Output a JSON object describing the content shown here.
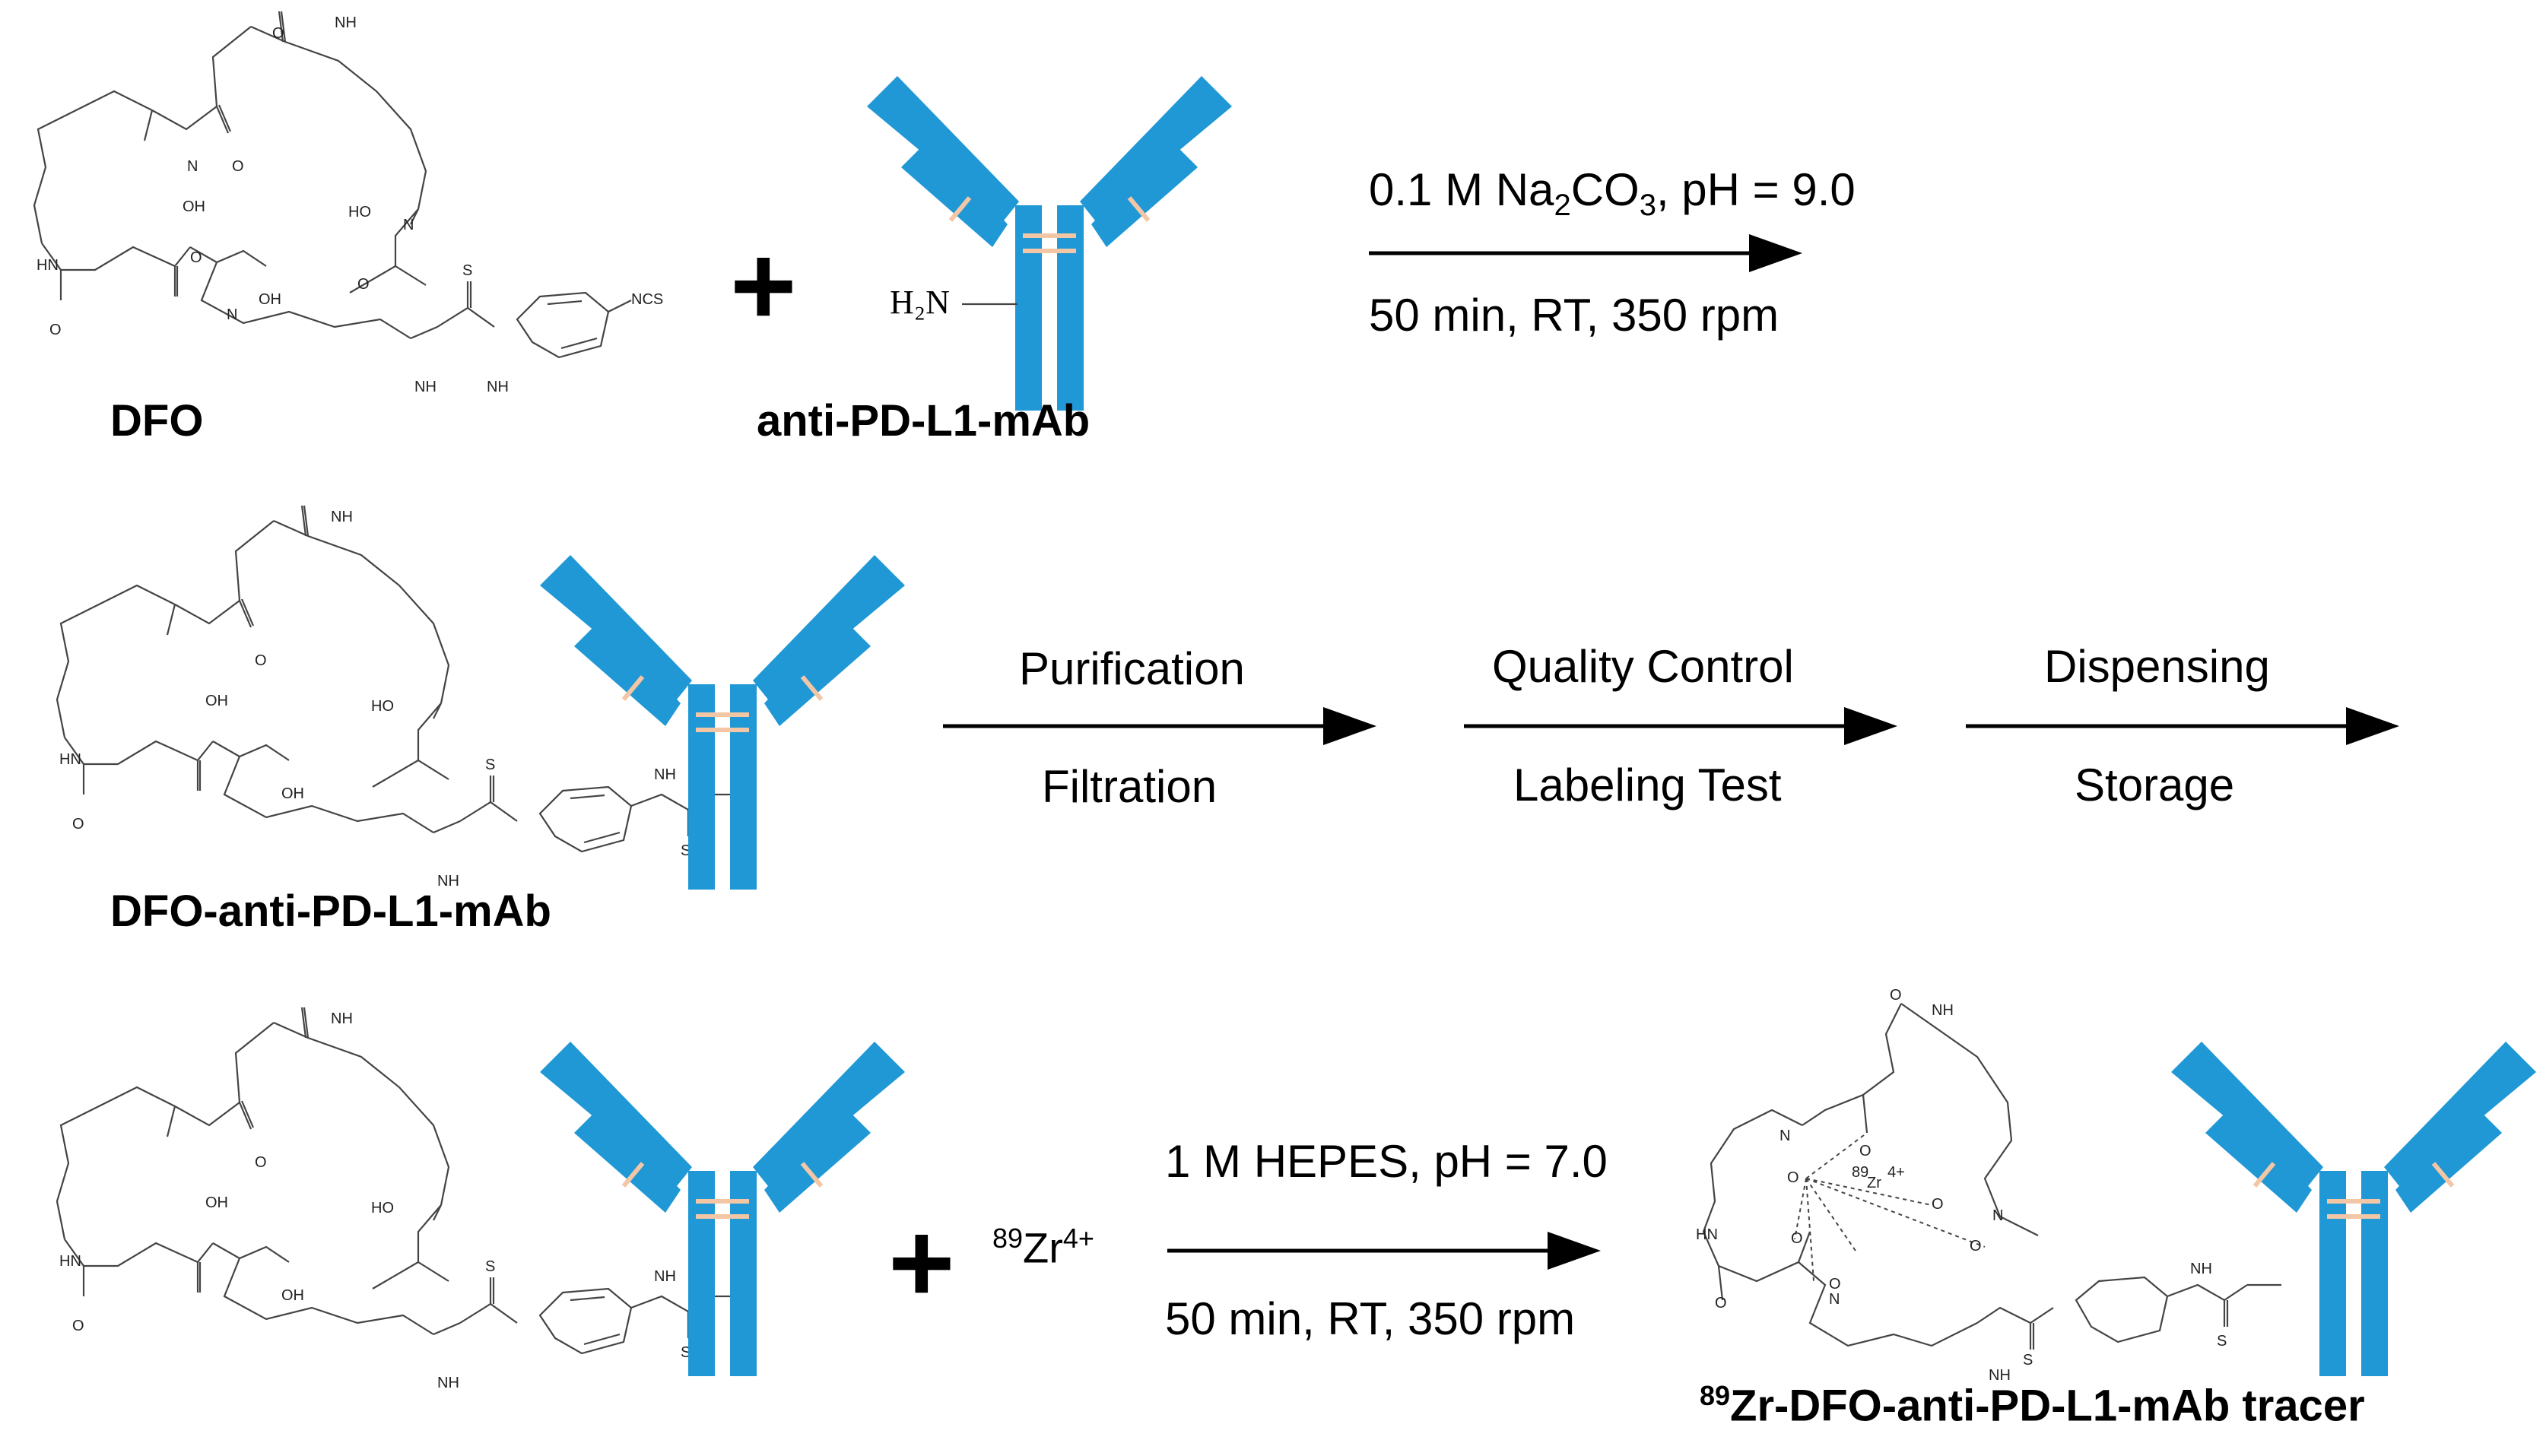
{
  "row1": {
    "dfo_label": "DFO",
    "mab_label": "anti-PD-L1-mAb",
    "amine_label": "H₂N",
    "plus": "+",
    "reaction": {
      "top_pre": "0.1 M Na",
      "top_sub1": "2",
      "top_mid": "CO",
      "top_sub2": "3",
      "top_post": ", pH = 9.0",
      "bottom": "50 min, RT, 350 rpm"
    }
  },
  "row2": {
    "conjugate_label": "DFO-anti-PD-L1-mAb",
    "steps": [
      {
        "top": "Purification",
        "bottom": "Filtration"
      },
      {
        "top": "Quality Control",
        "bottom": "Labeling Test"
      },
      {
        "top": "Dispensing",
        "bottom": "Storage"
      }
    ]
  },
  "row3": {
    "plus": "+",
    "zr_mass": "89",
    "zr_symbol": "Zr",
    "zr_charge": "4+",
    "reaction": {
      "top": "1 M HEPES, pH = 7.0",
      "bottom": "50 min, RT, 350 rpm"
    },
    "tracer_mass": "89",
    "tracer_label": "Zr-DFO-anti-PD-L1-mAb tracer"
  },
  "atoms": {
    "nh": "NH",
    "hn": "HN",
    "n": "N",
    "o": "O",
    "oh": "OH",
    "ho": "HO",
    "s": "S",
    "h": "H",
    "ncs": "NCS",
    "zr": "Zr",
    "zr_mass": "89",
    "zr_charge": "4+"
  },
  "colors": {
    "antibody": "#1f98d5",
    "hinge": "#f3c6a5",
    "text": "#000000"
  }
}
